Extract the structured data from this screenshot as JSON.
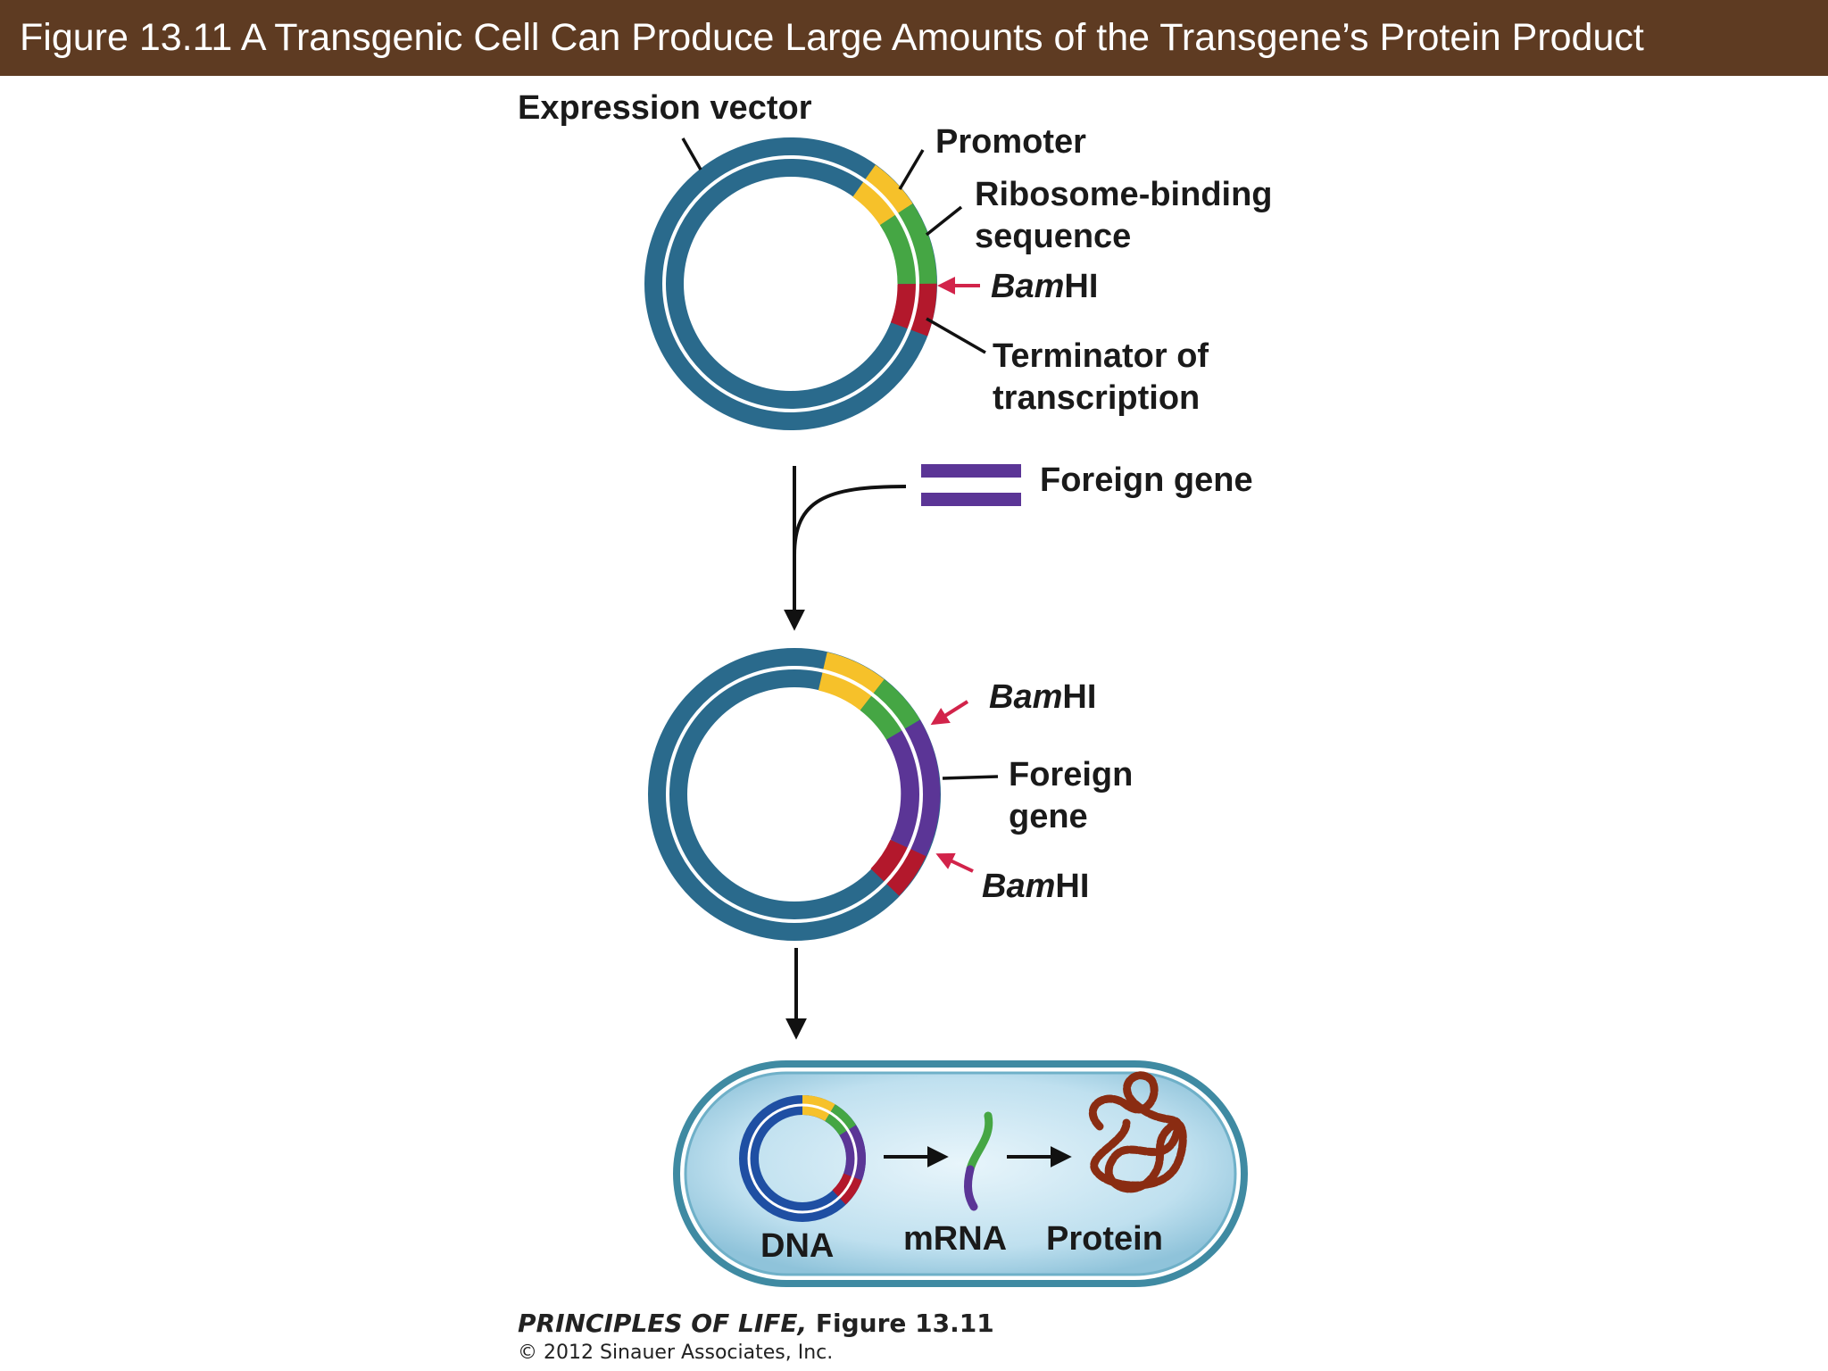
{
  "header": {
    "title": "Figure 13.11  A Transgenic Cell Can Produce Large Amounts of the Transgene’s Protein Product"
  },
  "labels": {
    "expression_vector": "Expression vector",
    "promoter": "Promoter",
    "rbs_line1": "Ribosome-binding",
    "rbs_line2": "sequence",
    "bamhi_italic": "Bam",
    "bamhi_roman": "HI",
    "terminator_line1": "Terminator of",
    "terminator_line2": "transcription",
    "foreign_gene": "Foreign gene",
    "foreign_line1": "Foreign",
    "foreign_line2": "gene",
    "dna": "DNA",
    "mrna": "mRNA",
    "protein": "Protein"
  },
  "credit": {
    "book": "PRINCIPLES OF LIFE,",
    "figure": "Figure 13.11",
    "copyright": "© 2012 Sinauer Associates, Inc."
  },
  "colors": {
    "header_bg": "#5e3b22",
    "vector": "#2a6a8c",
    "promoter": "#f6c12a",
    "ribosome_binding": "#45a644",
    "terminator": "#b3182c",
    "foreign_gene": "#5b3596",
    "bamhi_arrow": "#d2234a",
    "protein": "#8a2c12"
  }
}
